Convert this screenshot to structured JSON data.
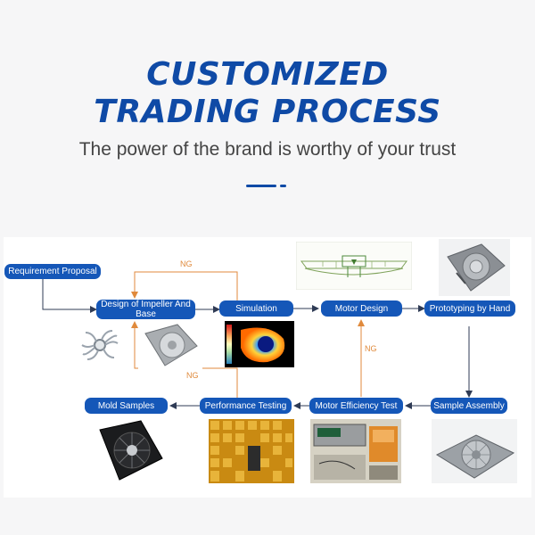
{
  "header": {
    "title_line1": "CUSTOMIZED",
    "title_line2": "TRADING PROCESS",
    "subtitle": "The power of the brand is worthy of your trust"
  },
  "flow": {
    "nodes": {
      "requirement_proposal": "Requirement Proposal",
      "design_impeller_base": "Design of Impeller And Base",
      "simulation": "Simulation",
      "motor_design": "Motor Design",
      "prototyping_by_hand": "Prototyping by Hand",
      "sample_assembly": "Sample Assembly",
      "motor_efficiency_test": "Motor Efficiency Test",
      "performance_testing": "Performance Testing",
      "mold_samples": "Mold Samples"
    },
    "ng_top": "NG",
    "ng_bottom": "NG",
    "ng_right": "NG"
  },
  "colors": {
    "brand_blue": "#1557b8",
    "title_blue": "#0f4aa6",
    "ng_orange": "#e08a3c"
  }
}
